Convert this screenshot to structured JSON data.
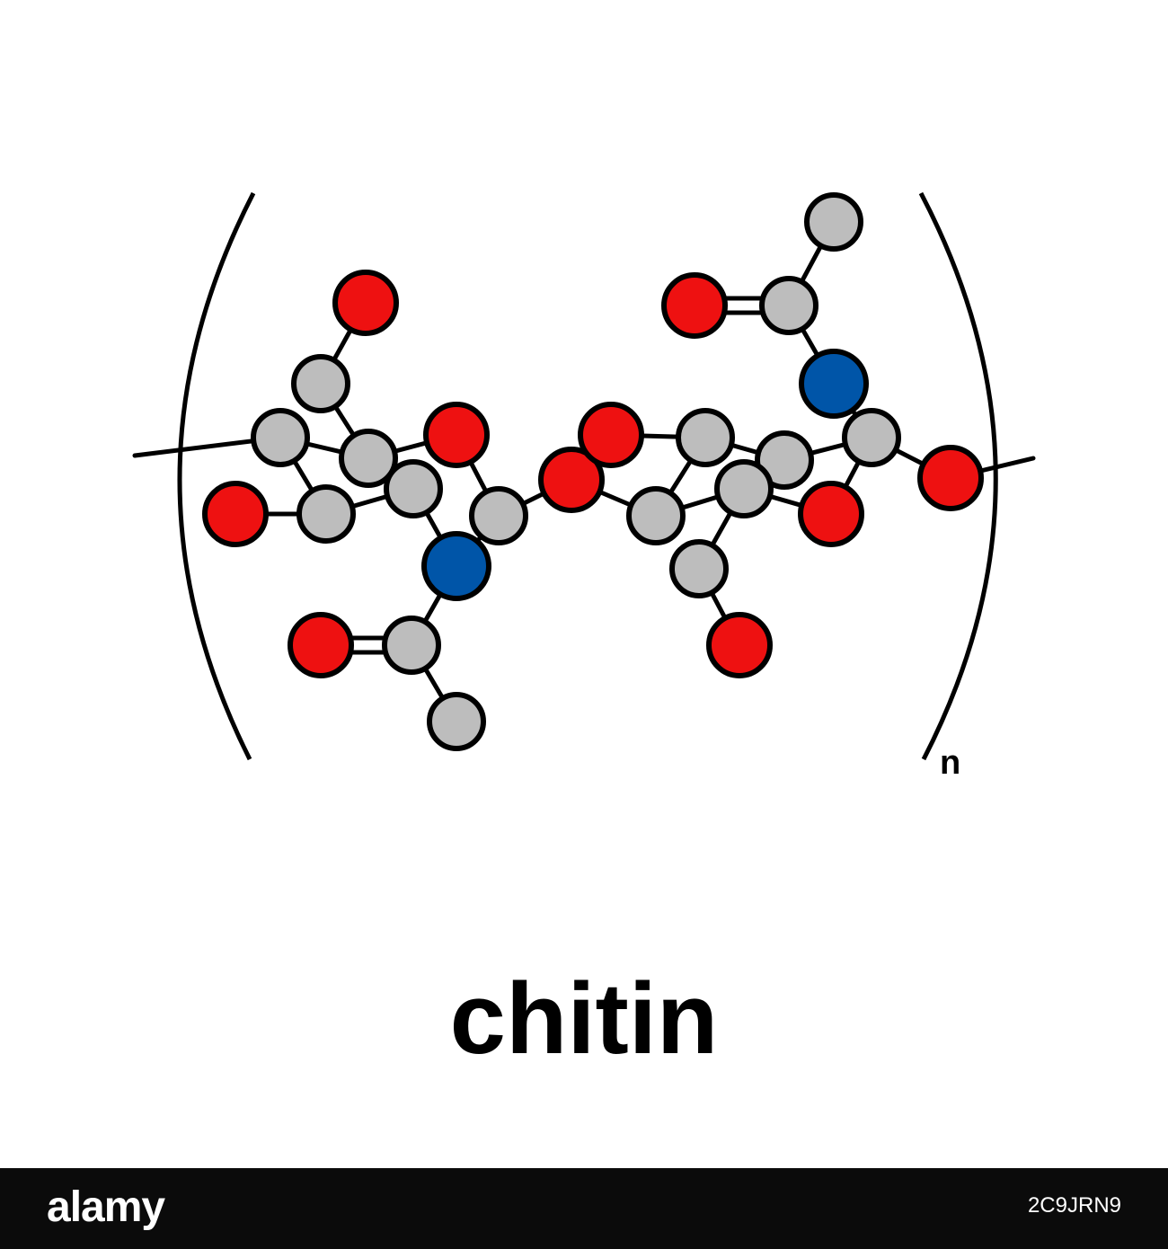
{
  "caption": "chitin",
  "repeat_subscript": "n",
  "footer": {
    "logo": "alamy",
    "image_id": "2C9JRN9"
  },
  "colors": {
    "carbon": "#bdbdbd",
    "oxygen": "#ee1111",
    "nitrogen": "#0055a8",
    "bond": "#000000",
    "background": "#ffffff",
    "footer_background": "#0b0b0b"
  },
  "molecule": {
    "style": "ball-and-stick (stylized)",
    "repeat_unit_brackets": true,
    "atom_counts": {
      "carbon": 16,
      "oxygen": 10,
      "nitrogen": 2
    }
  }
}
